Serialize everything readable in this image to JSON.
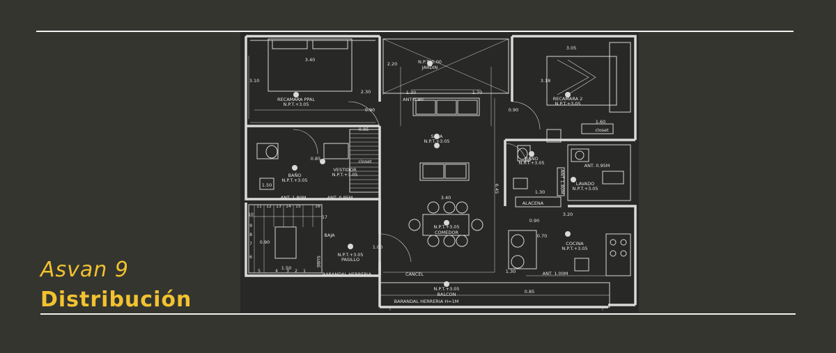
{
  "project": {
    "name": "Asvan 9",
    "subtitle": "Distribución"
  },
  "colors": {
    "background": "#34352f",
    "accent": "#f2c230",
    "plan_background": "#282826",
    "plan_lines": "#d9d9d9"
  },
  "rooms": {
    "recamara_ppal": {
      "name": "RECAMARA  PPAL",
      "level": "N.P.T.+3.05"
    },
    "jardin": {
      "name": "JARDIN",
      "level": "N.P.T.-0.00"
    },
    "recamara_2": {
      "name": "RECAMARA  2",
      "level": "N.P.T.+3.05"
    },
    "sala": {
      "name": "SALA",
      "level": "N.P.T.+3.05"
    },
    "vestidor": {
      "name": "VESTIDOR",
      "level": "N.P.T.+3.05"
    },
    "bano_1": {
      "name": "BAÑO",
      "level": "N.P.T.+3.05"
    },
    "bano_2": {
      "name": "BAÑO",
      "level": "N.P.T.+3.05"
    },
    "lavado": {
      "name": "LAVADO",
      "level": "N.P.T.+3.05"
    },
    "comedor": {
      "name": "COMEDOR",
      "level": "N.P.T.+3.05"
    },
    "cocina": {
      "name": "COCINA",
      "level": "N.P.T.+3.05"
    },
    "pasillo": {
      "name": "PASILLO",
      "level": "N.P.T.+3.05"
    },
    "balcon": {
      "name": "BALCON",
      "level": "N.P.T.+3.05"
    }
  },
  "labels": {
    "closet_1": "closet",
    "closet_2": "closet",
    "alacena": "ALACENA",
    "baja": "BAJA",
    "sube": "SUBE",
    "cancel": "CANCEL",
    "barandal_1": "BARANDAL HERRERIA",
    "barandal_2": "BARANDAL HERRERIA H=1M",
    "ant_090": "ANT 0.90",
    "ant_095m_1": "ANT. 0.95M",
    "ant_095m_2": "ANT. 0.95M",
    "ant_180m": "ANT. 1.80M",
    "ant_100m": "ANT. 1.00M",
    "ant_180m_v": "ANT 1.80M"
  },
  "dimensions": {
    "d_340_a": "3.40",
    "d_310": "3.10",
    "d_230": "2.30",
    "d_220": "2.20",
    "d_130_a": "1.30",
    "d_170": "1.70",
    "d_305": "3.05",
    "d_318": "3.18",
    "d_160": "1.60",
    "d_090_a": "0.90",
    "d_090_b": "0.90",
    "d_085_a": "0.85",
    "d_085_b": "0.85",
    "d_150_a": "1.50",
    "d_340_b": "3.40",
    "d_645": "6.45",
    "d_130_b": "1.30",
    "d_320": "3.20",
    "d_090_c": "0.90",
    "d_070": "0.70",
    "d_100": "1.00",
    "d_130_c": "1.30",
    "d_150_b": "1.50",
    "d_085_c": "0.85",
    "d_090_d": "0.90"
  },
  "stairs": {
    "steps": [
      "1",
      "2",
      "3",
      "4",
      "5",
      "6",
      "7",
      "8",
      "9",
      "10",
      "11",
      "12",
      "13",
      "14",
      "15",
      "16",
      "17"
    ]
  }
}
